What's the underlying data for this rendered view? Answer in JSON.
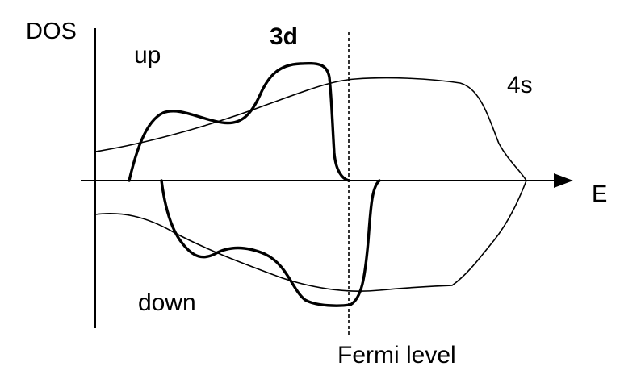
{
  "labels": {
    "y_axis": "DOS",
    "x_axis": "E",
    "band_3d": "3d",
    "band_4s": "4s",
    "spin_up": "up",
    "spin_down": "down",
    "fermi_level": "Fermi level"
  }
}
